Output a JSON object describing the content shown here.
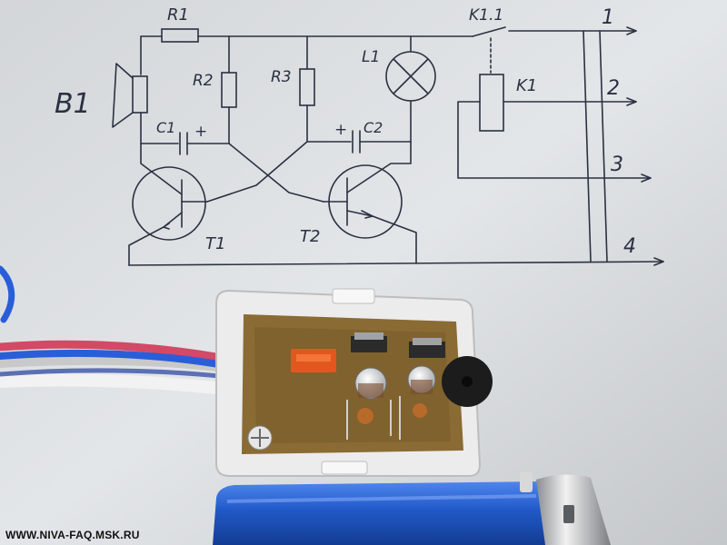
{
  "schematic": {
    "labels": {
      "r1": "R1",
      "r2": "R2",
      "r3": "R3",
      "l1": "L1",
      "k11": "K1.1",
      "k1": "K1",
      "b1": "B1",
      "c1": "C1",
      "c2": "C2",
      "plus1": "+",
      "plus2": "+",
      "t1": "T1",
      "t2": "T2",
      "out1": "1",
      "out2": "2",
      "out3": "3",
      "out4": "4"
    }
  },
  "watermark": {
    "text": "WWW.NIVA-FAQ.MSK.RU"
  },
  "colors": {
    "paper": "#dfe2e5",
    "ink": "#2a3140",
    "pcb": "#8a6b34",
    "case": "#ececec",
    "lighter": "#2a64d8",
    "wire_red": "#d24a66",
    "wire_blue": "#2a5ed8",
    "wire_white": "#f2f2f2"
  }
}
